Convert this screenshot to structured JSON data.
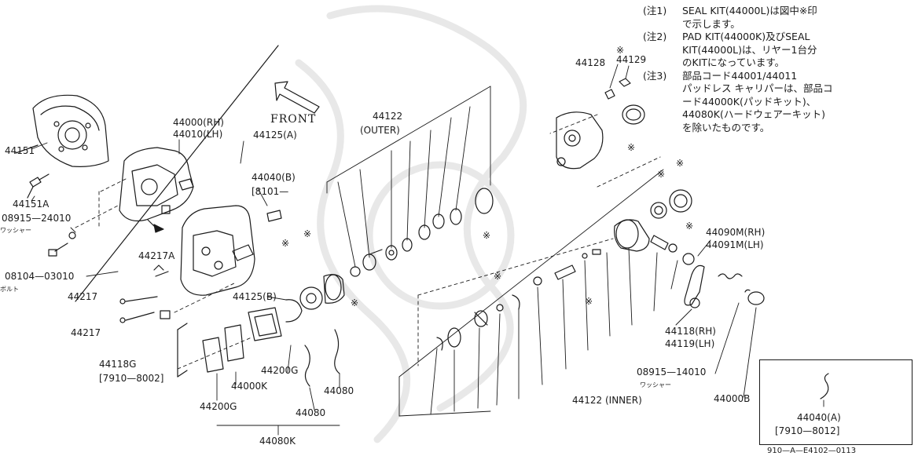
{
  "diagram": {
    "front_label": "FRONT",
    "footer_code": "910—A—E4102—0113",
    "labels": {
      "l44151": "44151",
      "l44151A": "44151A",
      "l08915_24010": "08915—24010",
      "washer_1": "ワッシャー",
      "l08104_03010": "08104—03010",
      "bolt": "ボルト",
      "l44217_a": "44217",
      "l44217_b": "44217",
      "l44217A": "44217A",
      "l44118G": "44118G",
      "l7910_8002": "[7910—8002]",
      "l44200G_a": "44200G",
      "l44200G_b": "44200G",
      "l44000K": "44000K",
      "l44080_a": "44080",
      "l44080_b": "44080",
      "l44080K": "44080K",
      "l44000RH": "44000(RH)",
      "l44010LH": "44010(LH)",
      "l44125A": "44125(A)",
      "l44040B": "44040(B)",
      "l8101": "[8101—",
      "l44125B": "44125(B)",
      "l44122": "44122",
      "outer": "(OUTER)",
      "l44128": "44128",
      "l44129": "44129",
      "l44090M": "44090M(RH)",
      "l44091M": "44091M(LH)",
      "l44118RH": "44118(RH)",
      "l44119LH": "44119(LH)",
      "l08915_14010": "08915—14010",
      "washer_2": "ワッシャー",
      "l44000B": "44000B",
      "l44122_inner": "44122 (INNER)",
      "inset_part": "44040(A)",
      "inset_range": "[7910—8012]",
      "star": "※"
    },
    "notes": [
      {
        "head": "(注1)",
        "lines": [
          "SEAL KIT(44000L)は図中※印",
          "で示します。"
        ]
      },
      {
        "head": "(注2)",
        "lines": [
          "PAD KIT(44000K)及びSEAL",
          "KIT(44000L)は、リヤー1台分",
          "のKITになっています。"
        ]
      },
      {
        "head": "(注3)",
        "lines": [
          "部品コード44001/44011",
          "パッドレス キャリパーは、部品コ",
          "ード44000K(パッドキット)、",
          "44080K(ハードウェアーキット)",
          "を除いたものです。"
        ]
      }
    ]
  }
}
